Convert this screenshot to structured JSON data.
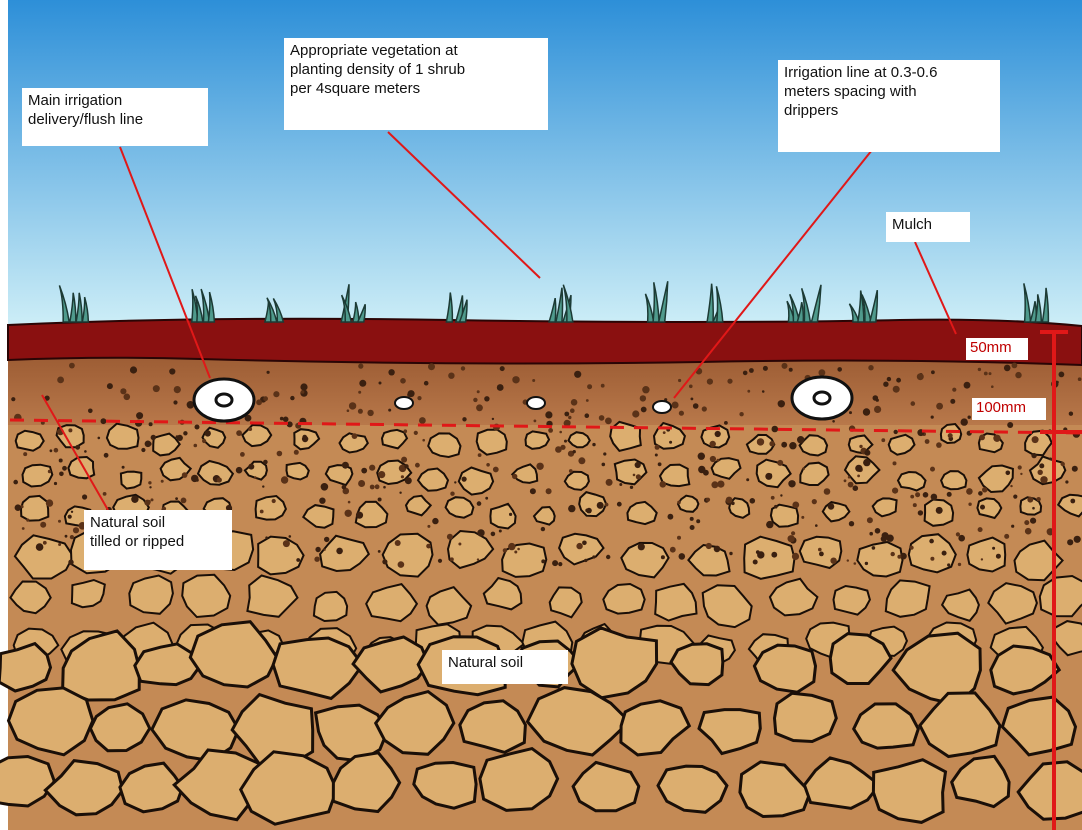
{
  "labels": {
    "main_line": "Main irrigation\ndelivery/flush line",
    "vegetation": "Appropriate vegetation at\nplanting density of 1 shrub\nper 4square meters",
    "irrigation_line": "Irrigation line at 0.3-0.6\nmeters spacing with\ndrippers",
    "mulch": "Mulch",
    "tilled_soil": "Natural soil\ntilled or ripped",
    "natural_soil": "Natural soil"
  },
  "dimensions": {
    "mulch_depth": "50mm",
    "tilled_depth": "100mm"
  },
  "colors": {
    "sky_top": "#2d8fd8",
    "sky_bottom": "#cfeff7",
    "mulch": "#8a1010",
    "topsoil": "#a8673c",
    "soil": "#c48a55",
    "rock": "#dcae6f",
    "plant": "#4f9a8c",
    "marker": "#e01818"
  }
}
